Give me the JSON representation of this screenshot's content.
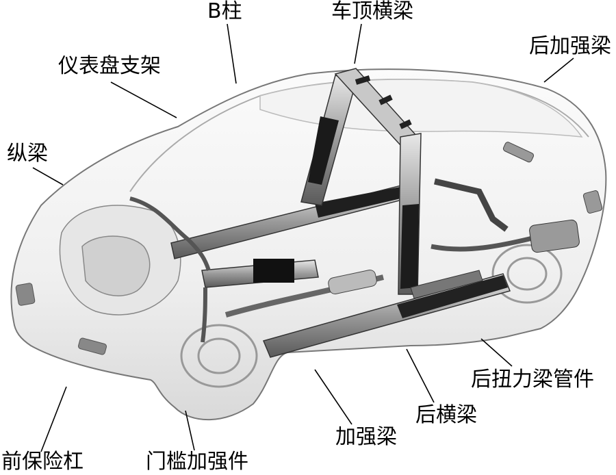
{
  "callouts": {
    "b_pillar": "B柱",
    "roof_crossbeam": "车顶横梁",
    "dashboard_bracket": "仪表盘支架",
    "rear_reinforcement": "后加强梁",
    "longitudinal_beam": "纵梁",
    "front_bumper": "前保险杠",
    "sill_reinforcement": "门槛加强件",
    "reinforcement_beam": "加强梁",
    "rear_crossbeam": "后横梁",
    "rear_torsion_beam_tube": "后扭力梁管件"
  }
}
